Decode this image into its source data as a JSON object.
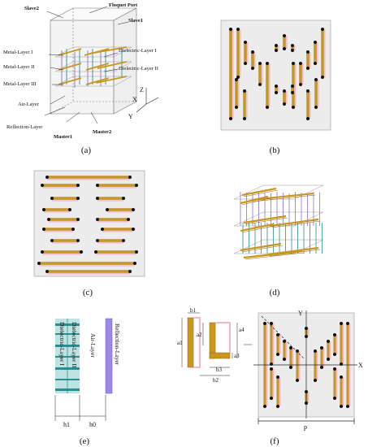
{
  "panel_a": {
    "caption": "(a)",
    "labels": {
      "slave2": "Slave2",
      "floquet_port": "Floquet Port",
      "slave1": "Slave1",
      "metal_layer_1": "Metal-Layer I",
      "metal_layer_2": "Metal-Layer II",
      "metal_layer_3": "Metal-Layer III",
      "dielectric_layer_1": "Dielectric-Layer I",
      "dielectric_layer_2": "Dielectric-Layer II",
      "air_layer": "Air-Layer",
      "reflection_layer": "Reflection-Layer",
      "master1": "Master1",
      "master2": "Master2"
    },
    "axes": {
      "z": "Z",
      "x": "X",
      "y": "Y"
    }
  },
  "panel_b": {
    "caption": "(b)"
  },
  "panel_c": {
    "caption": "(c)"
  },
  "panel_d": {
    "caption": "(d)"
  },
  "panel_e": {
    "caption": "(e)",
    "labels": {
      "dielectric_layer_1": "Dielectric-Layer I",
      "dielectric_layer_2": "Dielectric-Layer II",
      "air_layer": "Air-Layer",
      "reflection_layer": "Reflection-Layer",
      "h1": "h1",
      "h0": "h0"
    }
  },
  "panel_f": {
    "caption": "(f)",
    "labels": {
      "b1": "b1",
      "a2": "a2",
      "a1": "a1",
      "a4": "a4",
      "b3": "b3",
      "a3": "a3",
      "b2": "b2",
      "p": "p"
    },
    "axes": {
      "x": "X",
      "y": "Y"
    }
  },
  "colors": {
    "strip": "#c9961e",
    "strip_edge": "#8a6410",
    "via": "#111111",
    "purple": "#8c6fd8",
    "teal": "#2a8f8f",
    "pink": "#f1b8c8",
    "panel_bg": "#ececec",
    "reflection": "#9b88e8"
  }
}
